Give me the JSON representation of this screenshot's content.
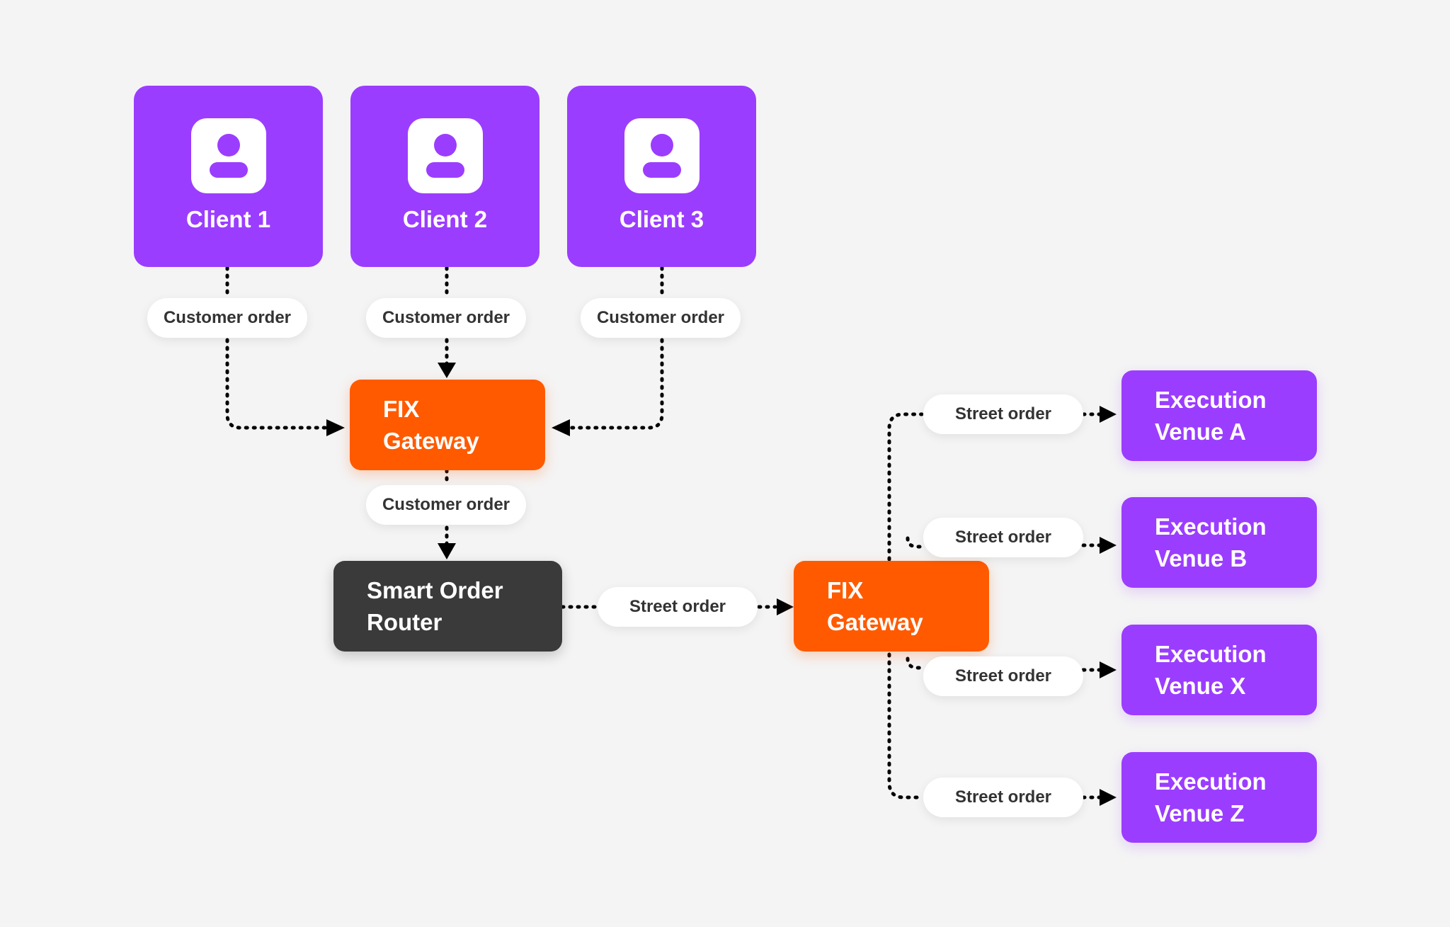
{
  "clients": [
    {
      "label": "Client 1"
    },
    {
      "label": "Client 2"
    },
    {
      "label": "Client 3"
    }
  ],
  "edge_labels": {
    "customer_order": "Customer order",
    "street_order": "Street order"
  },
  "fix_gateway_1": {
    "line1": "FIX",
    "line2": "Gateway"
  },
  "fix_gateway_2": {
    "line1": "FIX",
    "line2": "Gateway"
  },
  "router": {
    "line1": "Smart Order",
    "line2": "Router"
  },
  "venues": [
    {
      "line1": "Execution",
      "line2": "Venue A"
    },
    {
      "line1": "Execution",
      "line2": "Venue B"
    },
    {
      "line1": "Execution",
      "line2": "Venue X"
    },
    {
      "line1": "Execution",
      "line2": "Venue Z"
    }
  ],
  "colors": {
    "purple": "#9b3dff",
    "orange": "#ff5a00",
    "dark": "#3a3a3a",
    "background": "#f4f4f4"
  },
  "icons": [
    "user-icon"
  ]
}
